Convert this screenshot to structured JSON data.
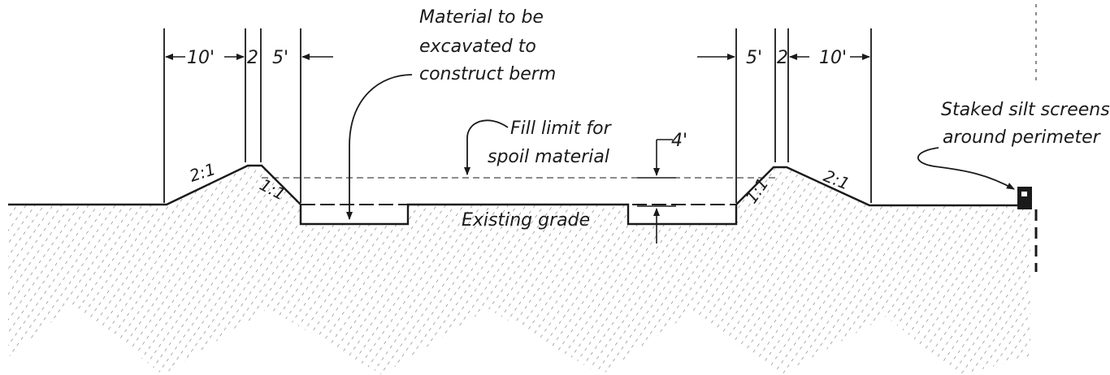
{
  "labels": {
    "material_line1": "Material to be",
    "material_line2": "excavated to",
    "material_line3": "construct berm",
    "fill_line1": "Fill limit for",
    "fill_line2": "spoil material",
    "staked_line1": "Staked silt screens",
    "staked_line2": "around perimeter",
    "existing_grade": "Existing grade",
    "depth_4ft": "4'",
    "dim_left_10": "10'",
    "dim_left_2": "2",
    "dim_left_5": "5'",
    "dim_right_5": "5'",
    "dim_right_2": "2",
    "dim_right_10": "10'",
    "slope_left_outer": "2:1",
    "slope_left_inner": "1:1",
    "slope_right_inner": "1:1",
    "slope_right_outer": "2:1"
  },
  "colors": {
    "ink": "#1a1a1a",
    "hatch": "#6b6b6b",
    "background": "#ffffff"
  }
}
